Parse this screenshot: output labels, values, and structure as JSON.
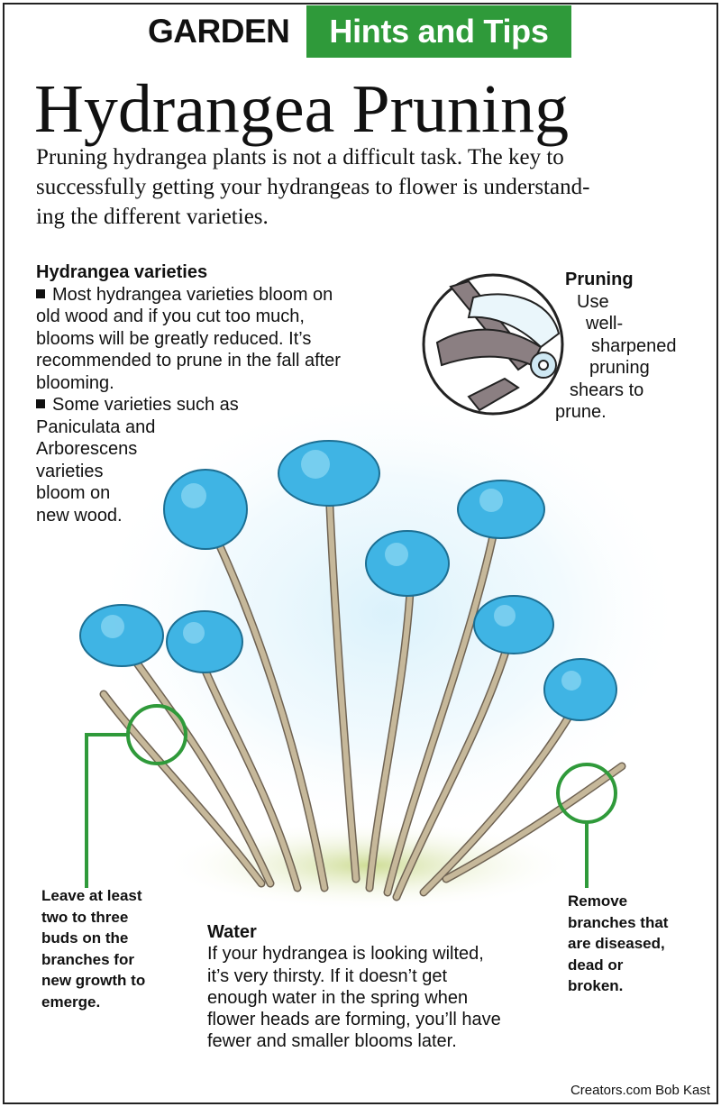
{
  "header": {
    "garden": "GARDEN",
    "tips": "Hints and Tips"
  },
  "title": "Hydrangea Pruning",
  "intro": {
    "line1": "Pruning hydrangea plants is not a difficult task. The key to",
    "line2": "successfully getting your hydrangeas to flower is understand-",
    "line3": "ing the different varieties."
  },
  "varieties": {
    "heading": "Hydrangea varieties",
    "b1_l1": "Most hydrangea varieties bloom on",
    "b1_l2": "old wood and if you cut too much,",
    "b1_l3": "blooms will be greatly reduced. It’s",
    "b1_l4": "recommended to prune in the fall after",
    "b1_l5": "blooming.",
    "b2_l1": "Some varieties such as",
    "b2_l2": "Paniculata and",
    "b2_l3": "Arborescens",
    "b2_l4": "varieties",
    "b2_l5": "bloom on",
    "b2_l6": "new wood."
  },
  "pruning": {
    "heading": "Pruning",
    "l1": "Use",
    "l2": "well-",
    "l3": "sharpened",
    "l4": "pruning",
    "l5": "shears to",
    "l6": "prune."
  },
  "left_note": {
    "l1": "Leave at least",
    "l2": "two to three",
    "l3": "buds on the",
    "l4": "branches for",
    "l5": "new growth to",
    "l6": "emerge."
  },
  "right_note": {
    "l1": "Remove",
    "l2": "branches that",
    "l3": "are diseased,",
    "l4": "dead or",
    "l5": "broken."
  },
  "water": {
    "heading": "Water",
    "l1": "If your hydrangea is looking wilted,",
    "l2": "it’s very thirsty. If it doesn’t get",
    "l3": "enough water in the spring when",
    "l4": "flower heads are forming, you’ll have",
    "l5": "fewer and smaller blooms later."
  },
  "credit": "Creators.com Bob Kast",
  "colors": {
    "accent_green": "#2f9a3a",
    "flower_blue": "#3fb4e4",
    "stem": "#c6b89a"
  }
}
